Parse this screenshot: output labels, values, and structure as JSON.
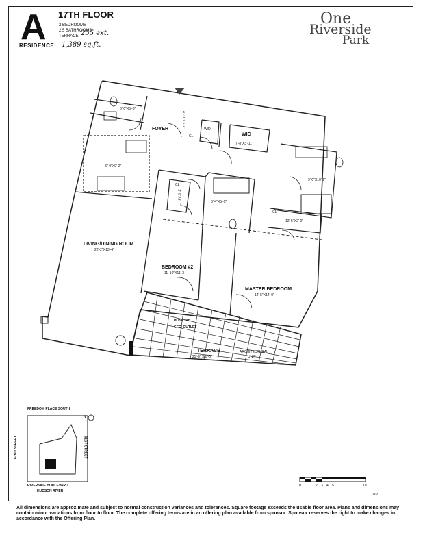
{
  "header": {
    "letter": "A",
    "residence": "RESIDENCE",
    "floor": "17TH FLOOR",
    "details": [
      "2 BEDROOMS",
      "2.5 BATHROOMS",
      "TERRACE"
    ],
    "handwritten_1": "255 ext.",
    "handwritten_2": "1,389 sq.ft."
  },
  "logo": {
    "line1": "One",
    "line2": "Riverside",
    "line3": "Park"
  },
  "rooms": {
    "foyer": "FOYER",
    "wic": {
      "name": "WIC",
      "dim": "7'-8\"X3'-11\""
    },
    "powder_dim": "6'-0\"X5'-6\"",
    "kitchen_dim": "9'-9\"X9'-2\"",
    "living": {
      "name": "LIVING/DINING ROOM",
      "dim": "22'-2\"X13'-4\""
    },
    "bedroom2": {
      "name": "BEDROOM #2",
      "dim": "11'-10\"X11'-3"
    },
    "master": {
      "name": "MASTER BEDROOM",
      "dim": "14'-5\"X14'-0\""
    },
    "bath2_dim": "8'-4\"X5'-5\"",
    "master_bath_dim": "9'-0\"X10'-2\"",
    "master_cl_dim": "12'-5\"X2'-0\"",
    "cl_dim_a": "4'-11\"X3'-7\"",
    "cl_dim_b": "2'-0\"X3'-7\"",
    "cl": "CL",
    "wd": "W/D",
    "terrace": {
      "name": "TERRACE",
      "dim": "25'-9\" X 8'-5\""
    },
    "hose_bib": "HOSE BIB",
    "gfci": "GFCI OUTLET",
    "arch_unit_1": "ARCHITECTURAL",
    "arch_unit_2": "UNIT"
  },
  "keyplan": {
    "top": "FREEDOM PLACE SOUTH",
    "bottom1": "RIVERSIDE BOULEVARD",
    "bottom2": "HUDSON RIVER",
    "left": "62ND STREET",
    "right": "61ST STREET",
    "north": "N"
  },
  "scale": {
    "labels": [
      "0",
      "1",
      "2",
      "3",
      "4",
      "5",
      "10"
    ]
  },
  "page_number": "102",
  "footer": "All dimensions are approximate and subject to normal construction variances and tolerances. Square footage exceeds the usable floor area. Plans and dimensions may contain minor variations from floor to floor. The complete offering terms are in an offering plan available from sponsor. Sponsor reserves the right to make changes in accordance with the Offering Plan."
}
